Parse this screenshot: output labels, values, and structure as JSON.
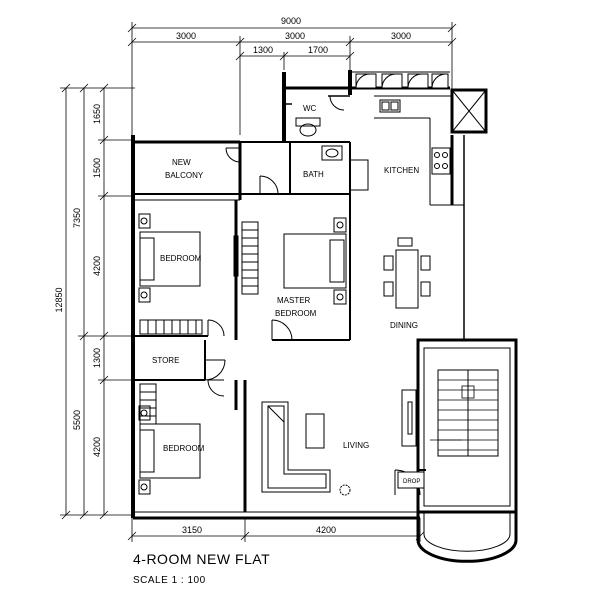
{
  "title": "4-ROOM NEW FLAT",
  "scale": "SCALE  1 : 100",
  "dimensions": {
    "top_total": "9000",
    "top_a": "3000",
    "top_b": "3000",
    "top_c": "3000",
    "top_d": "1300",
    "top_e": "1700",
    "left_total": "12850",
    "left_upper": "7350",
    "left_lower": "5500",
    "left_1": "1650",
    "left_2": "1500",
    "left_3": "4200",
    "left_4": "1300",
    "left_5": "4200",
    "bottom_a": "3150",
    "bottom_b": "4200"
  },
  "rooms": {
    "wc": "WC",
    "new_balcony_1": "NEW",
    "new_balcony_2": "BALCONY",
    "bath": "BATH",
    "kitchen": "KITCHEN",
    "bedroom_top": "BEDROOM",
    "master_1": "MASTER",
    "master_2": "BEDROOM",
    "dining": "DINING",
    "store": "STORE",
    "bedroom_bottom": "BEDROOM",
    "living": "LIVING",
    "drop": "DROP"
  },
  "colors": {
    "ink": "#000000",
    "wall": "#000000",
    "paper": "#ffffff"
  }
}
